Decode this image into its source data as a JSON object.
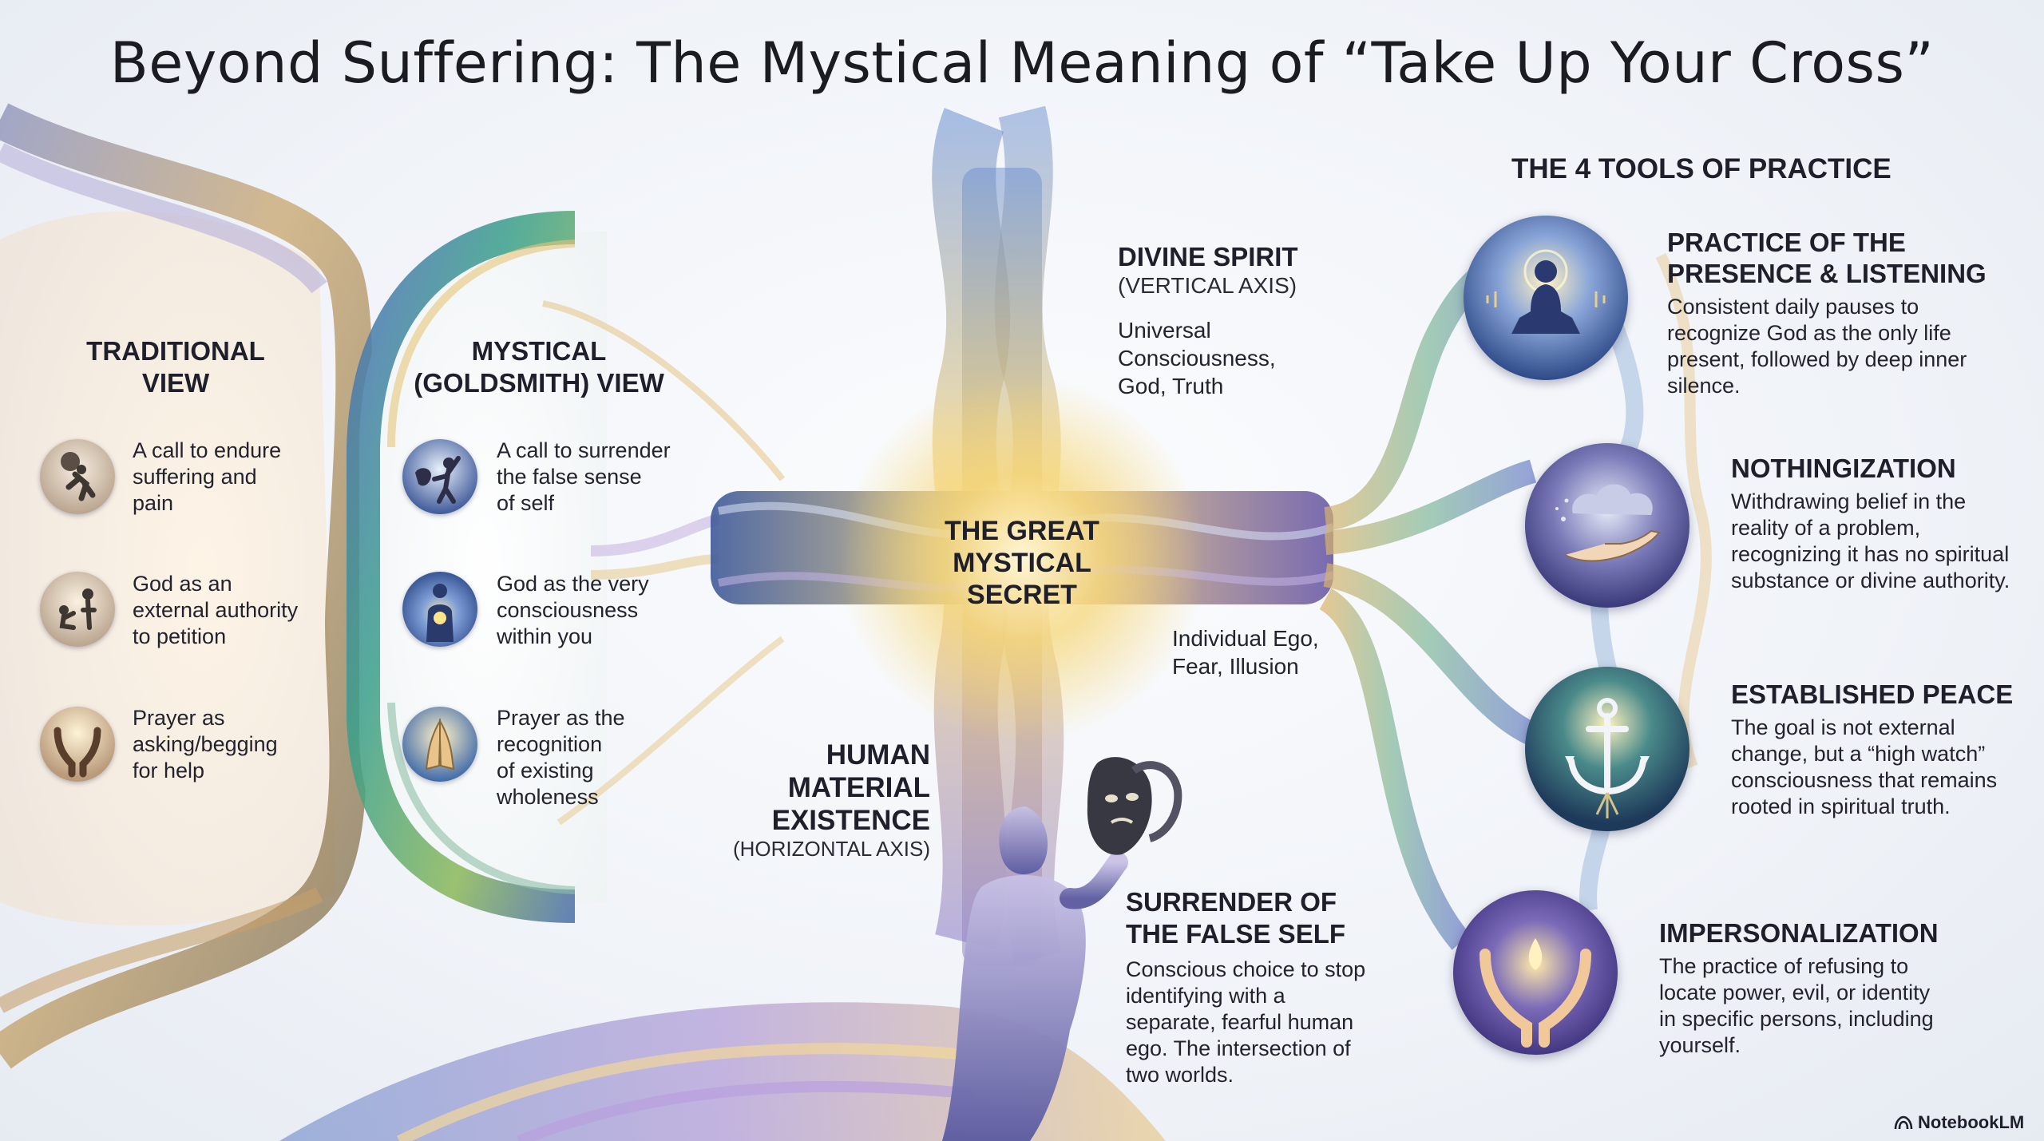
{
  "title": "Beyond Suffering: The Mystical Meaning of “Take Up Your Cross”",
  "traditional": {
    "heading_line1": "TRADITIONAL",
    "heading_line2": "VIEW",
    "items": [
      {
        "icon": "burden-carrier-icon",
        "line1": "A call to endure",
        "line2": "suffering and",
        "line3": "pain"
      },
      {
        "icon": "kneeling-petitioner-icon",
        "line1": "God as an",
        "line2": "external authority",
        "line3": "to petition"
      },
      {
        "icon": "raised-hands-icon",
        "line1": "Prayer as",
        "line2": "asking/begging",
        "line3": "for help"
      }
    ]
  },
  "mystical": {
    "heading_line1": "MYSTICAL",
    "heading_line2": "(GOLDSMITH) VIEW",
    "items": [
      {
        "icon": "mask-release-icon",
        "line1": "A call to surrender",
        "line2": "the false sense",
        "line3": "of self"
      },
      {
        "icon": "inner-light-icon",
        "line1": "God as the very",
        "line2": "consciousness",
        "line3": "within you"
      },
      {
        "icon": "praying-hands-icon",
        "line1": "Prayer as the",
        "line2": "recognition",
        "line3": "of existing",
        "line4": "wholeness"
      }
    ]
  },
  "cross": {
    "center_line1": "THE GREAT",
    "center_line2": "MYSTICAL",
    "center_line3": "SECRET",
    "vertical_title": "DIVINE SPIRIT",
    "vertical_sub": "(VERTICAL AXIS)",
    "vertical_desc_line1": "Universal",
    "vertical_desc_line2": "Consciousness,",
    "vertical_desc_line3": "God, Truth",
    "horizontal_desc_line1": "Individual Ego,",
    "horizontal_desc_line2": "Fear, Illusion",
    "horizontal_title_line1": "HUMAN",
    "horizontal_title_line2": "MATERIAL",
    "horizontal_title_line3": "EXISTENCE",
    "horizontal_sub": "(HORIZONTAL AXIS)"
  },
  "surrender": {
    "title_line1": "SURRENDER OF",
    "title_line2": "THE FALSE SELF",
    "desc_line1": "Conscious choice to stop",
    "desc_line2": "identifying with a",
    "desc_line3": "separate, fearful human",
    "desc_line4": "ego. The intersection of",
    "desc_line5": "two worlds."
  },
  "tools": {
    "heading": "THE 4 TOOLS OF PRACTICE",
    "items": [
      {
        "icon": "meditating-figure-icon",
        "title_line1": "PRACTICE OF THE",
        "title_line2": "PRESENCE & LISTENING",
        "desc_line1": "Consistent daily pauses to",
        "desc_line2": "recognize God as the only life",
        "desc_line3": "present, followed by deep inner",
        "desc_line4": "silence."
      },
      {
        "icon": "dissolving-cloud-icon",
        "title_line1": "NOTHINGIZATION",
        "desc_line1": "Withdrawing belief in the",
        "desc_line2": "reality of a problem,",
        "desc_line3": "recognizing it has no spiritual",
        "desc_line4": "substance or divine authority."
      },
      {
        "icon": "anchor-icon",
        "title_line1": "ESTABLISHED PEACE",
        "desc_line1": "The goal is not external",
        "desc_line2": "change, but a “high watch”",
        "desc_line3": "consciousness that remains",
        "desc_line4": "rooted in spiritual truth."
      },
      {
        "icon": "cupped-hands-flame-icon",
        "title_line1": "IMPERSONALIZATION",
        "desc_line1": "The practice of refusing to",
        "desc_line2": "locate power, evil, or identity",
        "desc_line3": "in specific persons, including",
        "desc_line4": "yourself."
      }
    ]
  },
  "brand": "NotebookLM"
}
